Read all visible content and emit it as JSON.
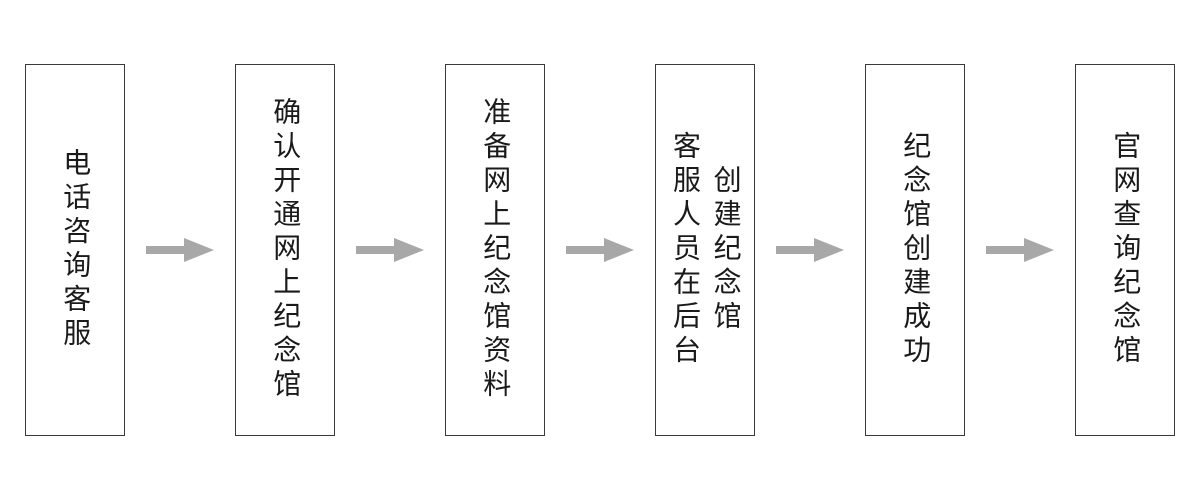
{
  "flow": {
    "steps": [
      {
        "label": "电话咨询客服"
      },
      {
        "label": "确认开通网上纪念馆"
      },
      {
        "label": "准备网上纪念馆资料"
      },
      {
        "label": "客服人员在后台\n创建纪念馆"
      },
      {
        "label": "纪念馆创建成功"
      },
      {
        "label": "官网查询纪念馆"
      }
    ],
    "arrow_color": "#a8a8a8",
    "box_border_color": "#3a3a3a",
    "background_color": "#ffffff"
  }
}
